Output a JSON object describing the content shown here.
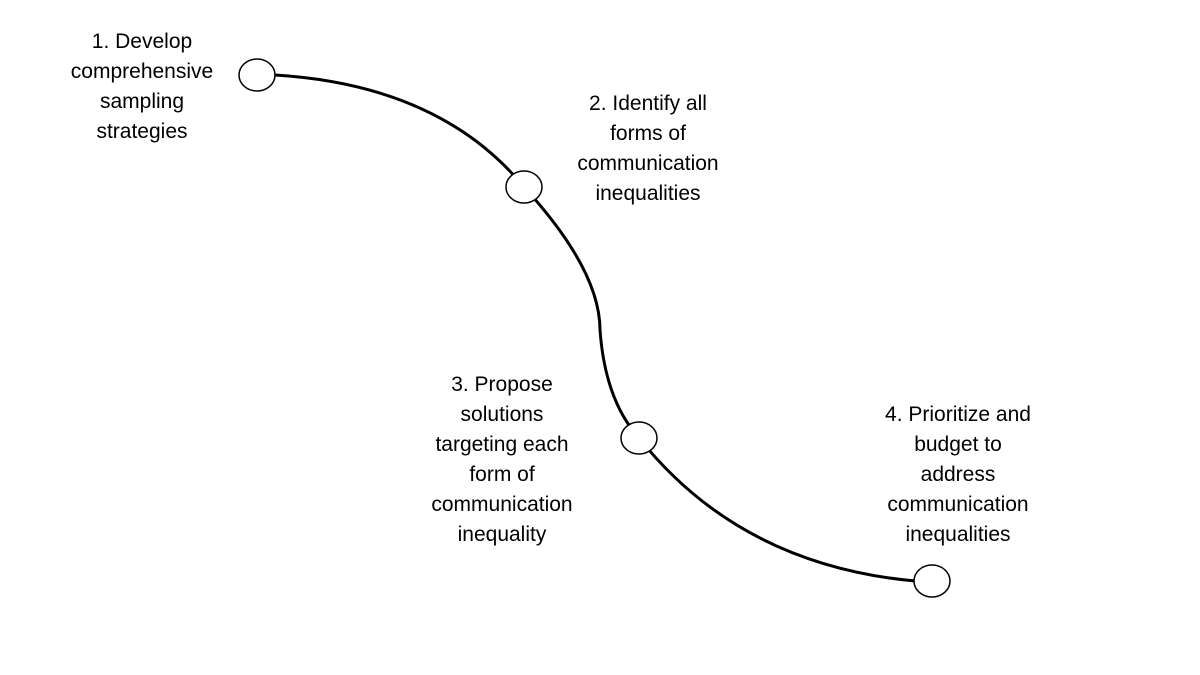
{
  "diagram": {
    "line_color": "#000000",
    "node_fill": "#ffffff",
    "steps": [
      {
        "label": "1. Develop\ncomprehensive\nsampling\nstrategies"
      },
      {
        "label": "2. Identify all\nforms of\ncommunication\ninequalities"
      },
      {
        "label": "3. Propose\nsolutions\ntargeting each\nform of\ncommunication\ninequality"
      },
      {
        "label": "4. Prioritize and\nbudget to\naddress\ncommunication\ninequalities"
      }
    ]
  }
}
